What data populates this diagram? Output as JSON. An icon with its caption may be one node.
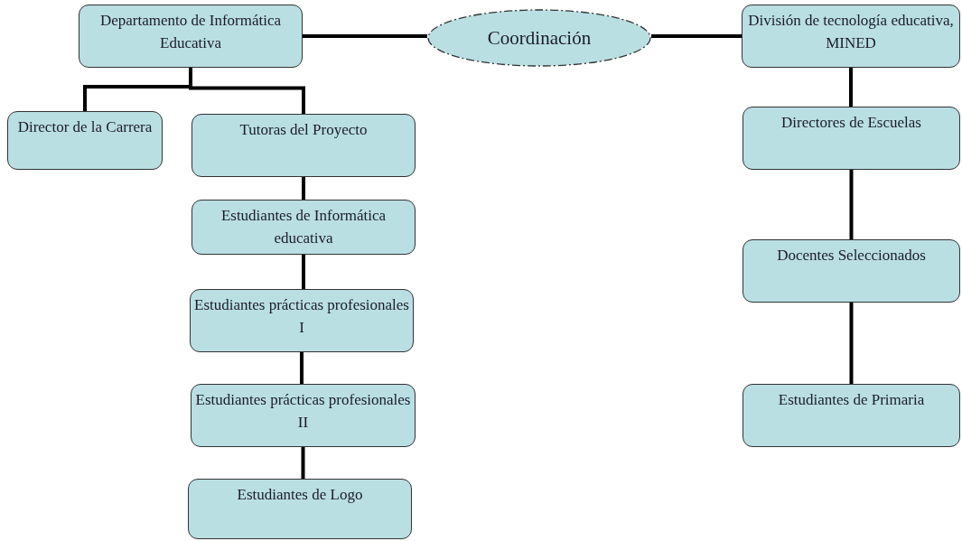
{
  "diagram": {
    "nodes": [
      {
        "text": [
          "Departamento de Informática Educativa"
        ]
      },
      {
        "text": [
          "Coordinación"
        ]
      },
      {
        "text": [
          "División de tecnología educativa, MINED"
        ]
      },
      {
        "text": [
          "Director de la Carrera"
        ]
      },
      {
        "text": [
          "Tutoras del Proyecto"
        ]
      },
      {
        "text": [
          "Estudiantes de Informática educativa"
        ]
      },
      {
        "text": [
          "Estudiantes prácticas profesionales I"
        ]
      },
      {
        "text": [
          "Estudiantes prácticas profesionales II"
        ]
      },
      {
        "text": [
          "Estudiantes de Logo"
        ]
      },
      {
        "text": [
          "Directores de Escuelas"
        ]
      },
      {
        "text": [
          "Docentes Seleccionados"
        ]
      },
      {
        "text": [
          "Estudiantes de Primaria"
        ]
      }
    ],
    "edges": [
      {
        "from": 0,
        "to": 1,
        "arrow": "none"
      },
      {
        "from": 1,
        "to": 2,
        "arrow": "none"
      },
      {
        "from": 0,
        "to": 3,
        "arrow": "none"
      },
      {
        "from": 0,
        "to": 4,
        "arrow": "none"
      },
      {
        "from": 4,
        "to": 5,
        "arrow": "none"
      },
      {
        "from": 5,
        "to": 6,
        "arrow": "none"
      },
      {
        "from": 6,
        "to": 7,
        "arrow": "none"
      },
      {
        "from": 7,
        "to": 8,
        "arrow": "none"
      },
      {
        "from": 2,
        "to": 9,
        "arrow": "none"
      },
      {
        "from": 9,
        "to": 10,
        "arrow": "none"
      },
      {
        "from": 10,
        "to": 11,
        "arrow": "none"
      }
    ]
  }
}
